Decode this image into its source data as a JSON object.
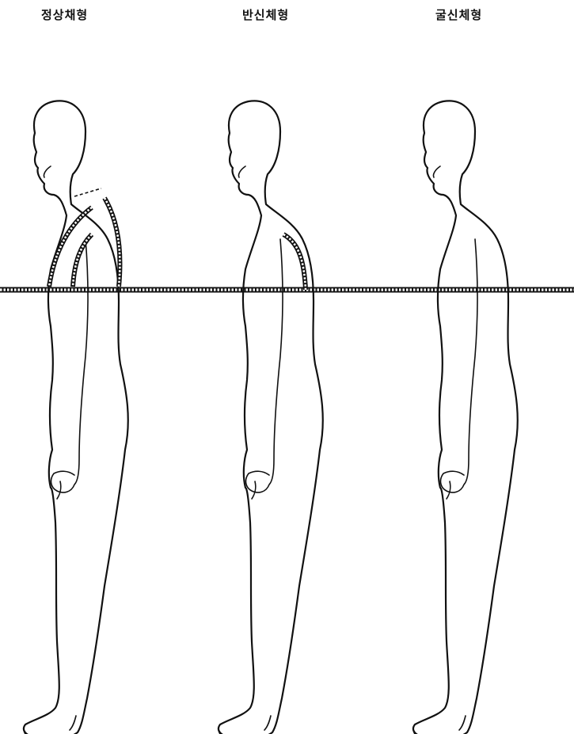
{
  "figure": {
    "labels": [
      "정상채형",
      "반신체형",
      "굴신체형"
    ]
  }
}
